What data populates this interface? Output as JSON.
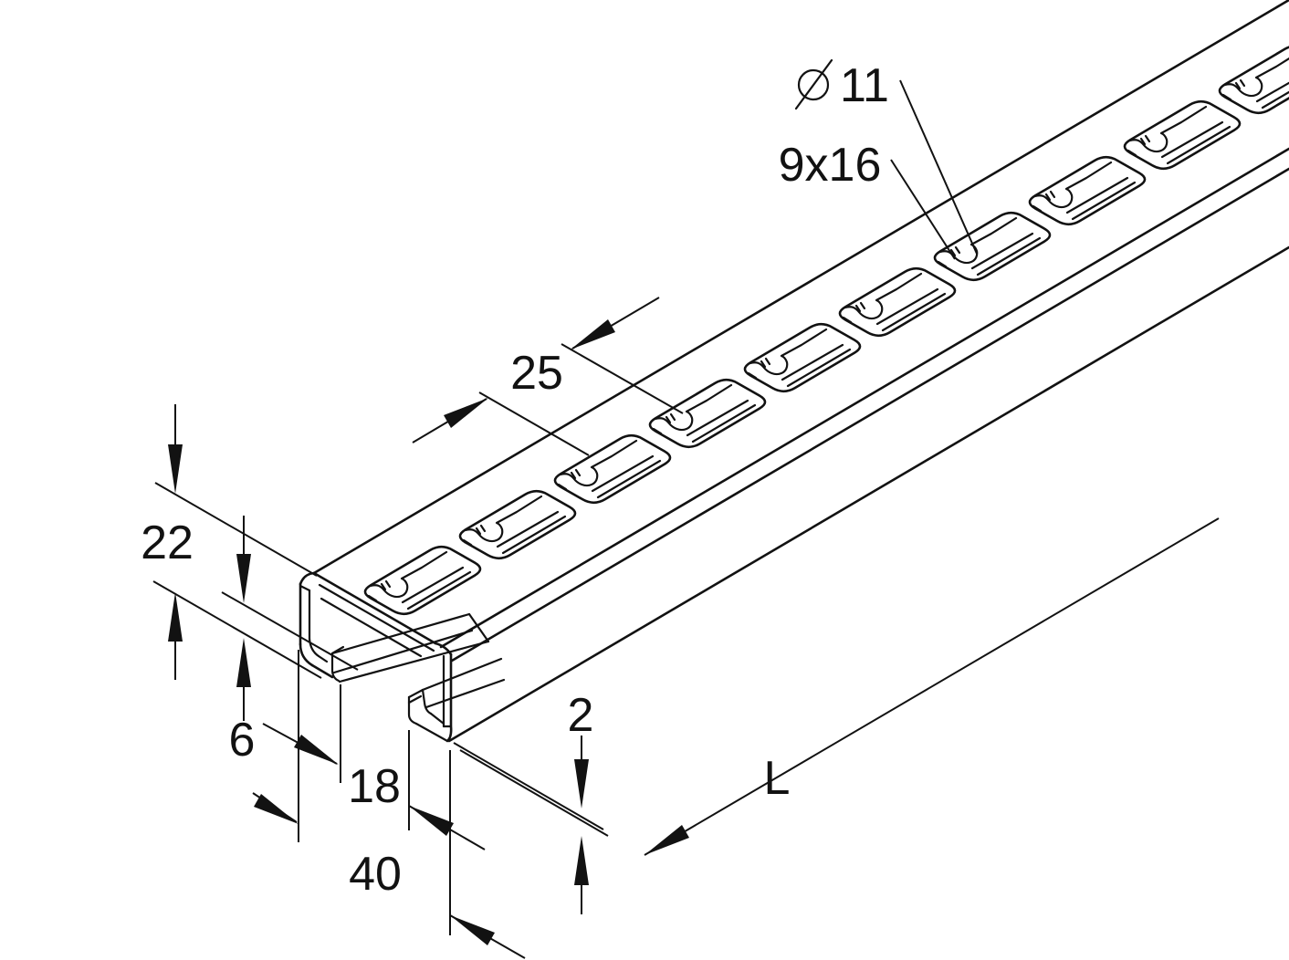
{
  "drawing": {
    "title": "slotted-strut-channel-technical-drawing",
    "background": "#ffffff",
    "line_color": "#121212",
    "dims": {
      "height": "22",
      "lip": "6",
      "opening": "18",
      "width": "40",
      "thickness": "2",
      "spacing": "25",
      "length": "L",
      "slot_size": "9x16",
      "diameter_symbol": "Ø",
      "diameter_value": "11"
    }
  }
}
